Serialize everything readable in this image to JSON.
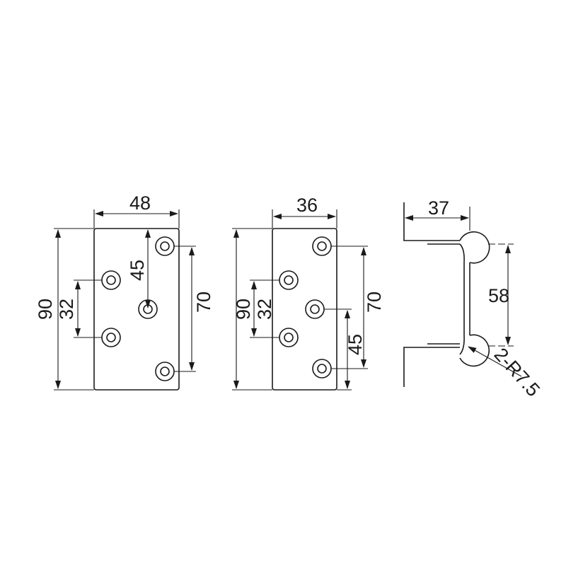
{
  "colors": {
    "line": "#1a1a1a",
    "background": "#ffffff"
  },
  "left_leaf": {
    "width_label": "48",
    "height_label": "90",
    "hole_gap_label": "32",
    "mid_offset_label": "45",
    "outer_gap_label": "70"
  },
  "middle_leaf": {
    "width_label": "36",
    "height_label": "90",
    "hole_gap_label": "32",
    "outer_gap_label": "70",
    "lower_offset_label": "45"
  },
  "side_view": {
    "depth_label": "37",
    "span_label": "58",
    "radius_label": "2-R7.5"
  }
}
